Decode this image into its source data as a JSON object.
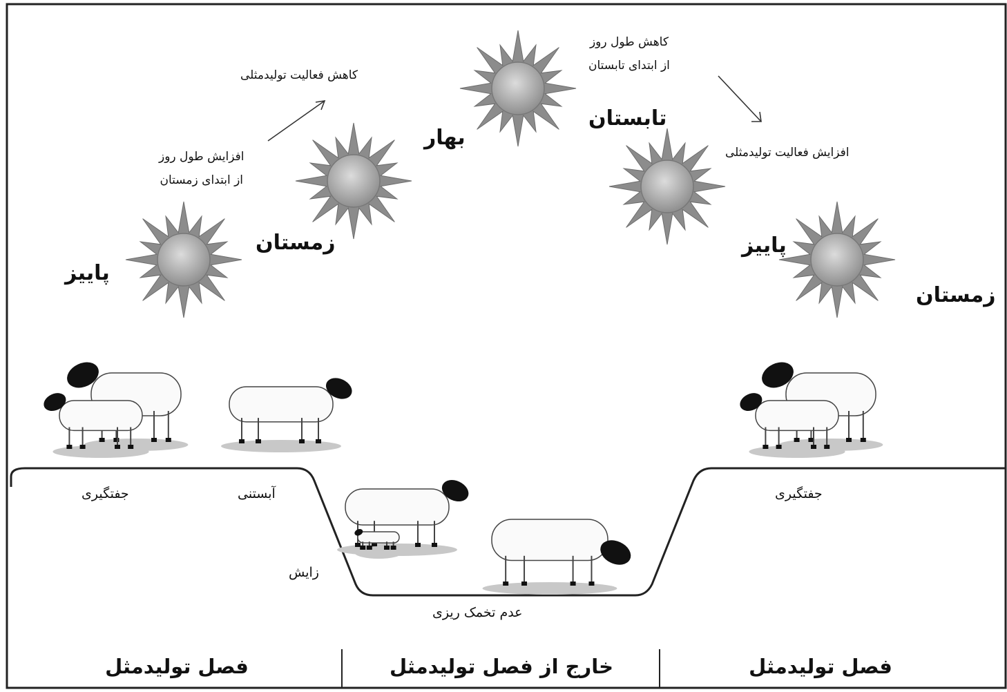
{
  "seasons": {
    "autumn_1": "پاییز",
    "winter_1": "زمستان",
    "spring": "بهار",
    "summer": "تابستان",
    "autumn_2": "پاییز",
    "winter_2": "زمستان"
  },
  "notes": {
    "increase_day_length_line1": "افزایش طول روز",
    "increase_day_length_line2": "از ابتدای زمستان",
    "decrease_repro_activity": "کاهش فعالیت تولیدمثلی",
    "decrease_day_length_line1": "کاهش طول روز",
    "decrease_day_length_line2": "از ابتدای تابستان",
    "increase_repro_activity": "افزایش فعالیت تولیدمثلی"
  },
  "stages": {
    "mating_left": "جفتگیری",
    "pregnancy": "آبستنی",
    "lambing": "زایش",
    "no_ovulation": "عدم تخمک ریزی",
    "mating_right": "جفتگیری"
  },
  "footer": {
    "breeding_season_left": "فصل تولیدمثل",
    "non_breeding_season": "خارج از فصل تولیدمثل",
    "breeding_season_right": "فصل تولیدمثل"
  },
  "colors": {
    "sun_ray": "#8c8c8c",
    "sun_core_center": "#d0d0d0",
    "sun_core_edge": "#9a9a9a",
    "sheep_head": "#111111",
    "sheep_body": "#fafafa",
    "ground_shadow": "#c8c8c8",
    "line": "#222222"
  }
}
